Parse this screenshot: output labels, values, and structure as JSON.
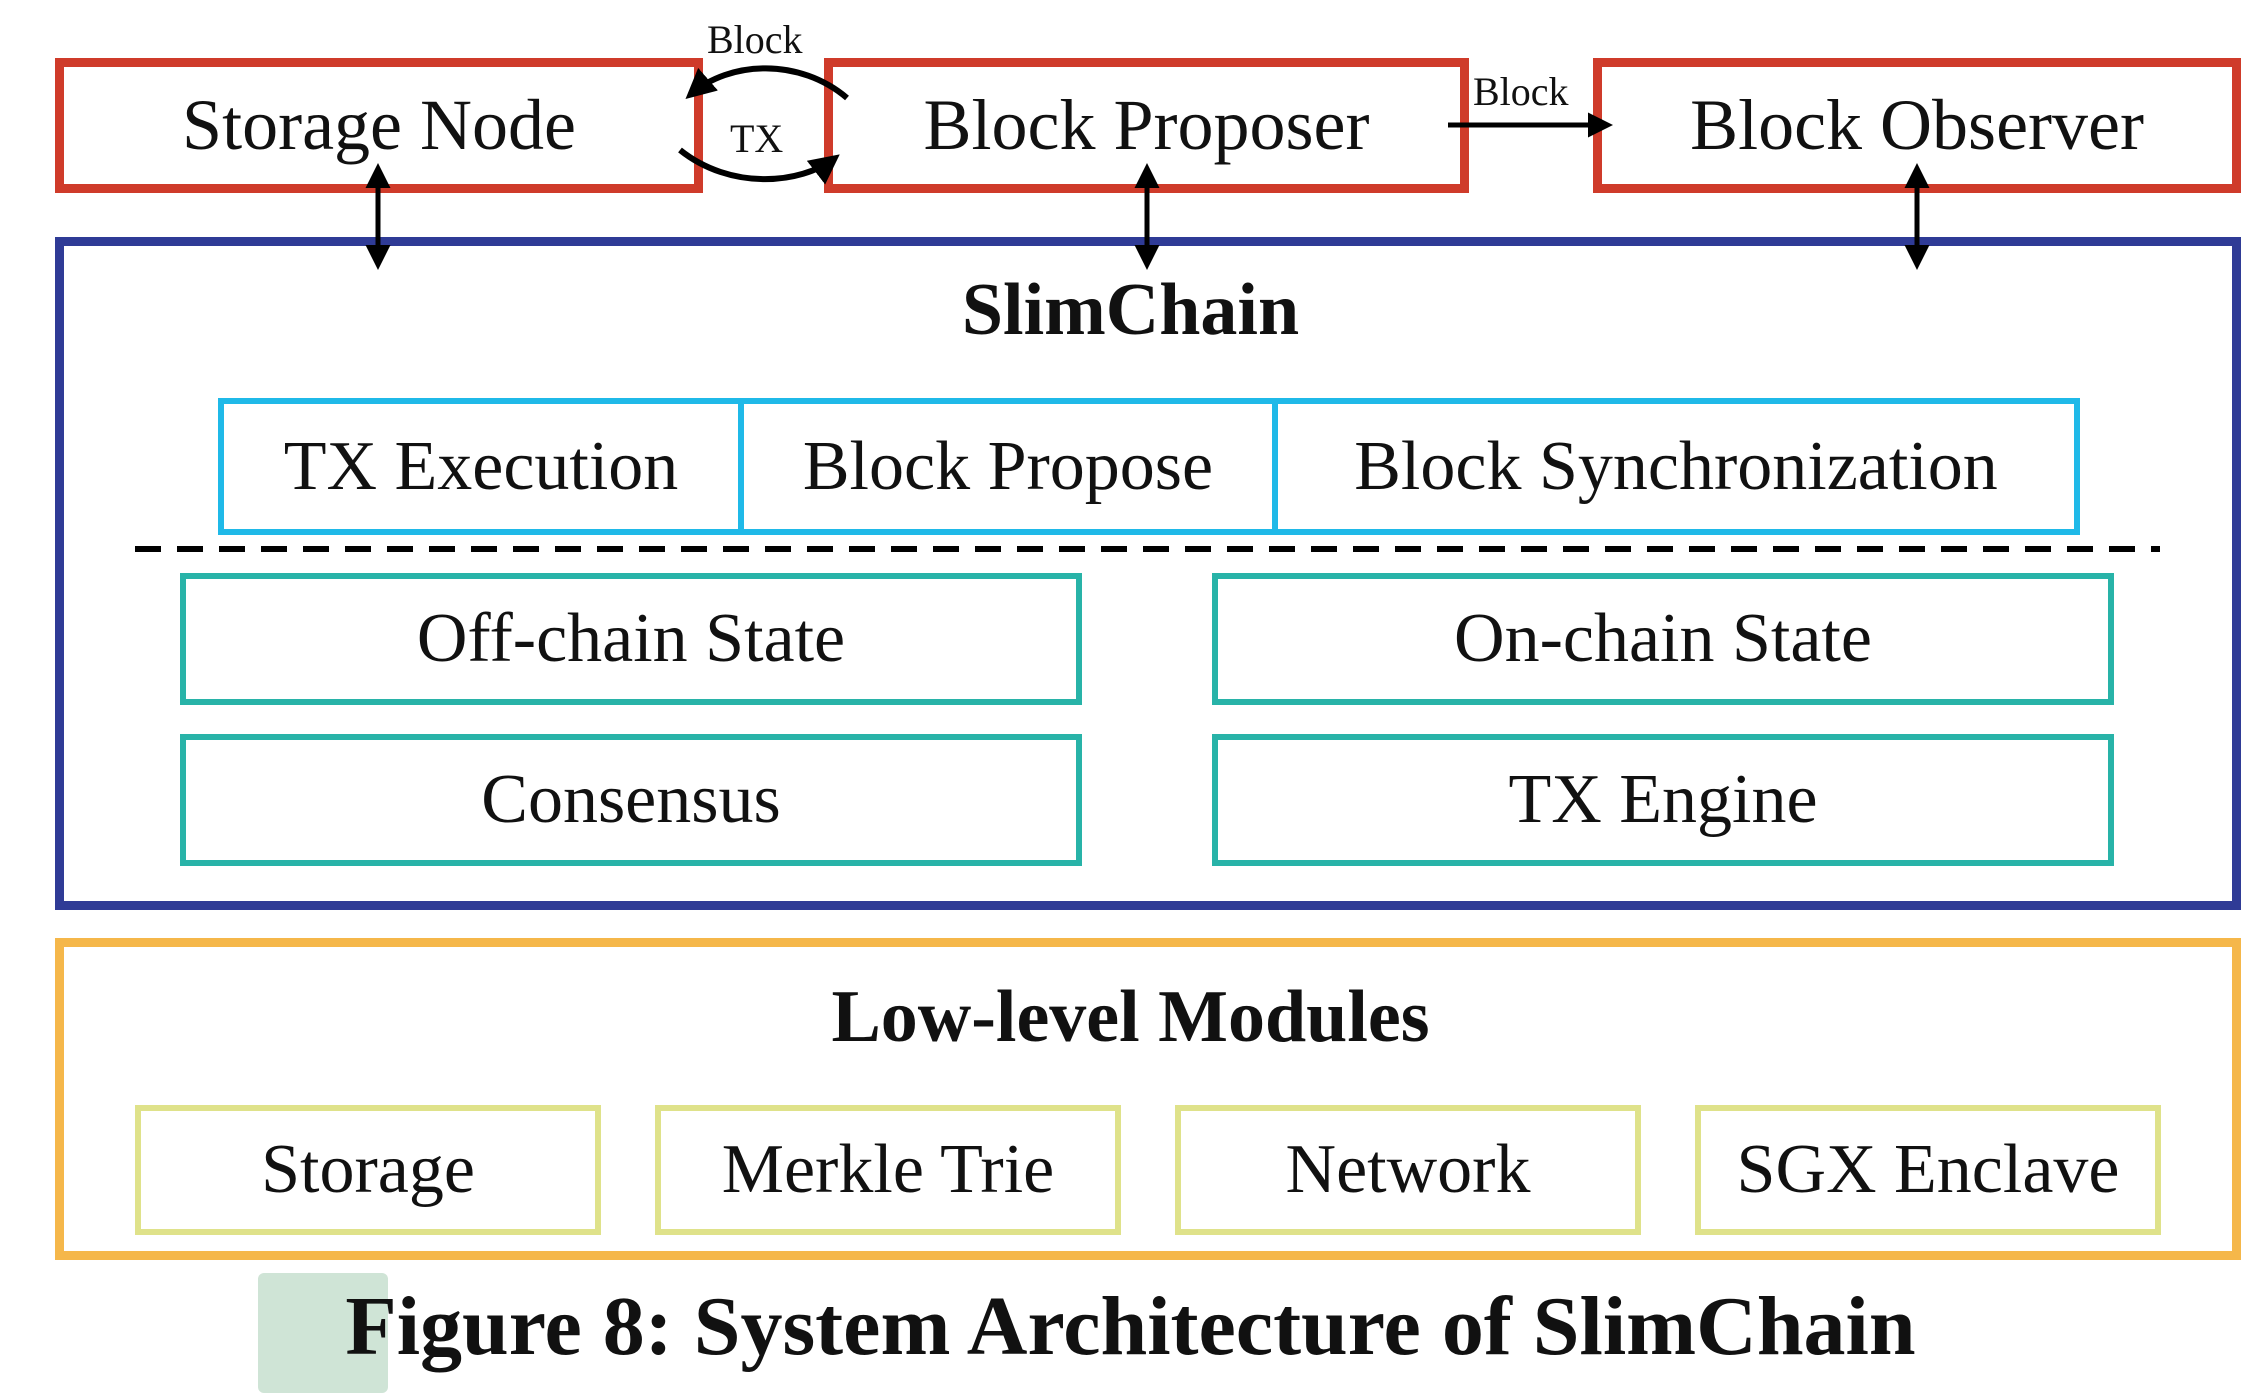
{
  "roles": {
    "storage_node": "Storage Node",
    "block_proposer": "Block Proposer",
    "block_observer": "Block Observer"
  },
  "edges": {
    "block_label": "Block",
    "tx_label": "TX",
    "proposer_to_observer_label": "Block"
  },
  "slimchain": {
    "title": "SlimChain",
    "services": [
      "TX Execution",
      "Block Propose",
      "Block Synchronization"
    ],
    "components": {
      "off_chain_state": "Off-chain State",
      "on_chain_state": "On-chain State",
      "consensus": "Consensus",
      "tx_engine": "TX Engine"
    }
  },
  "low_level": {
    "title": "Low-level Modules",
    "modules": [
      "Storage",
      "Merkle Trie",
      "Network",
      "SGX Enclave"
    ]
  },
  "caption": "Figure 8: System Architecture of SlimChain",
  "colors": {
    "role_border": "#cf3b2a",
    "slimchain_border": "#2f3b96",
    "service_border": "#1fb9e8",
    "component_border": "#28b3a8",
    "lowlevel_border": "#f5b74a",
    "module_border": "#dfe28a"
  }
}
